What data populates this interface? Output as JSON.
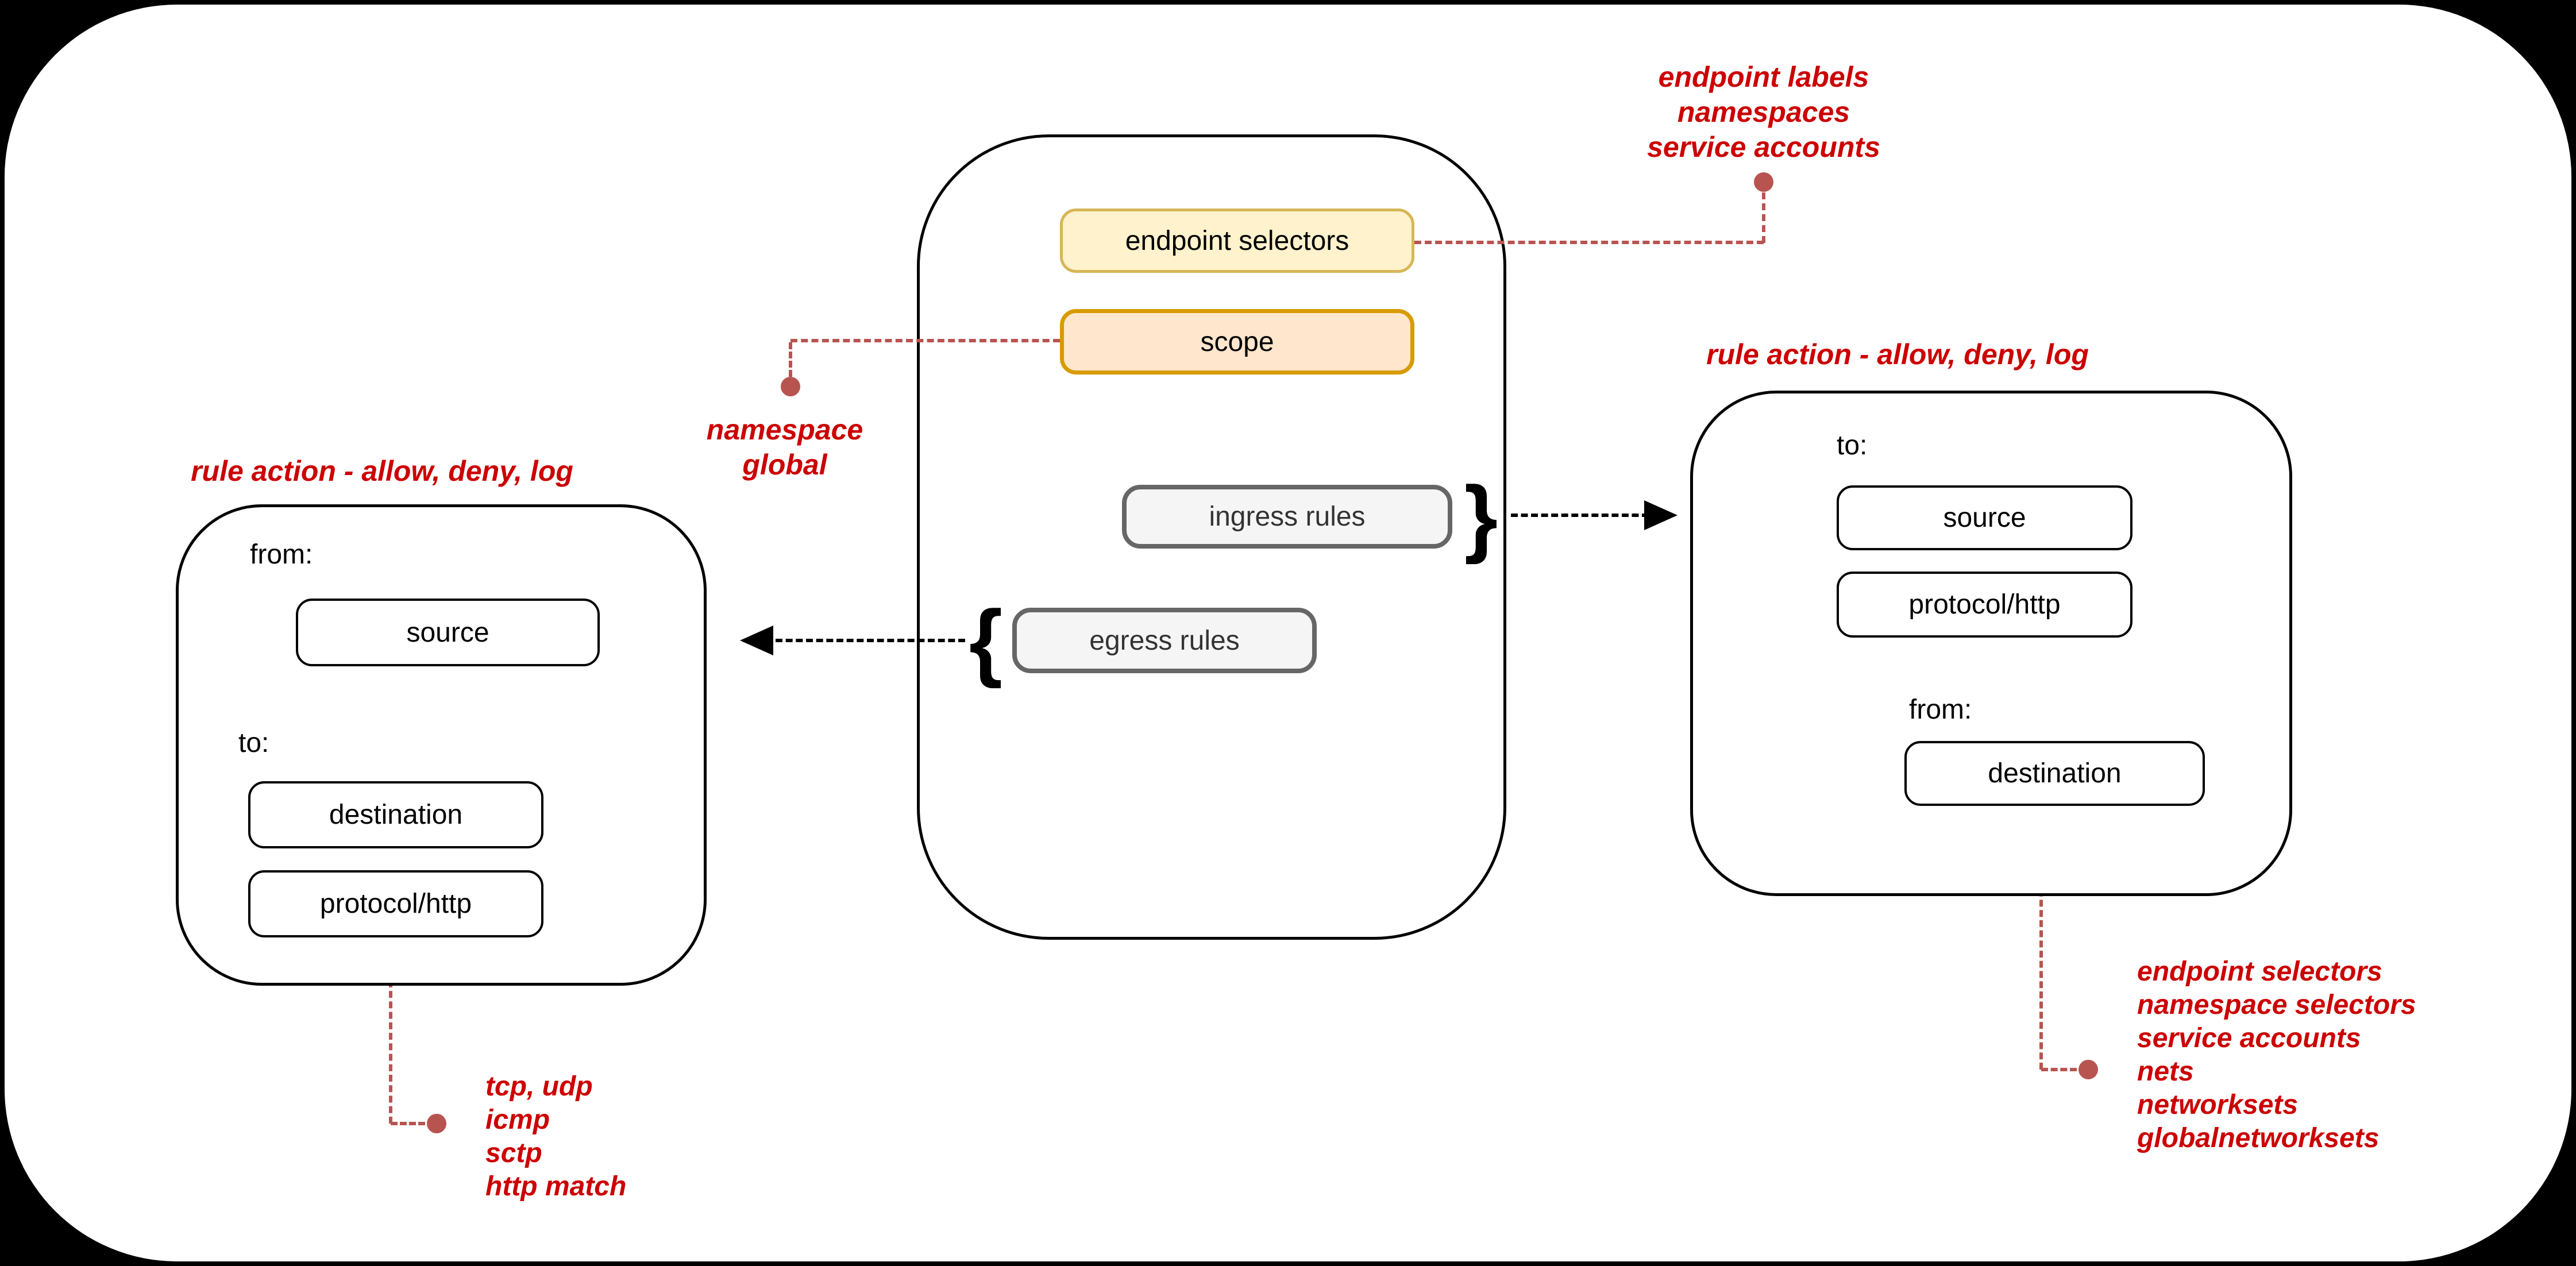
{
  "colors": {
    "background": "#000000",
    "panel": "#ffffff",
    "red_text": "#CC0000",
    "connector": "#B85450",
    "endpoint_selectors_fill": "#FFF2CC",
    "endpoint_selectors_stroke": "#D6B656",
    "scope_fill": "#FFE6CC",
    "scope_stroke": "#D79B00",
    "rules_fill": "#F5F5F5",
    "rules_stroke": "#666666"
  },
  "center_policy": {
    "endpoint_selectors_label": "endpoint selectors",
    "scope_label": "scope",
    "ingress_label": "ingress rules",
    "egress_label": "egress rules",
    "brace_close": "}",
    "brace_open": "{"
  },
  "annotations": {
    "selector_sources": {
      "lines": [
        "endpoint labels",
        "namespaces",
        "service accounts"
      ]
    },
    "scope_values": {
      "lines": [
        "namespace",
        "global"
      ]
    },
    "left_rule_title": "rule action - allow, deny, log",
    "right_rule_title": "rule action - allow, deny, log",
    "protocol_values": {
      "lines": [
        "tcp, udp",
        "icmp",
        "sctp",
        "http match"
      ]
    },
    "destination_values": {
      "lines": [
        "endpoint selectors",
        "namespace selectors",
        "service accounts",
        "nets",
        "networksets",
        "globalnetworksets"
      ]
    }
  },
  "left_rule": {
    "from_label": "from:",
    "source_label": "source",
    "to_label": "to:",
    "destination_label": "destination",
    "protocol_label": "protocol/http"
  },
  "right_rule": {
    "to_label": "to:",
    "source_label": "source",
    "protocol_label": "protocol/http",
    "from_label": "from:",
    "destination_label": "destination"
  }
}
